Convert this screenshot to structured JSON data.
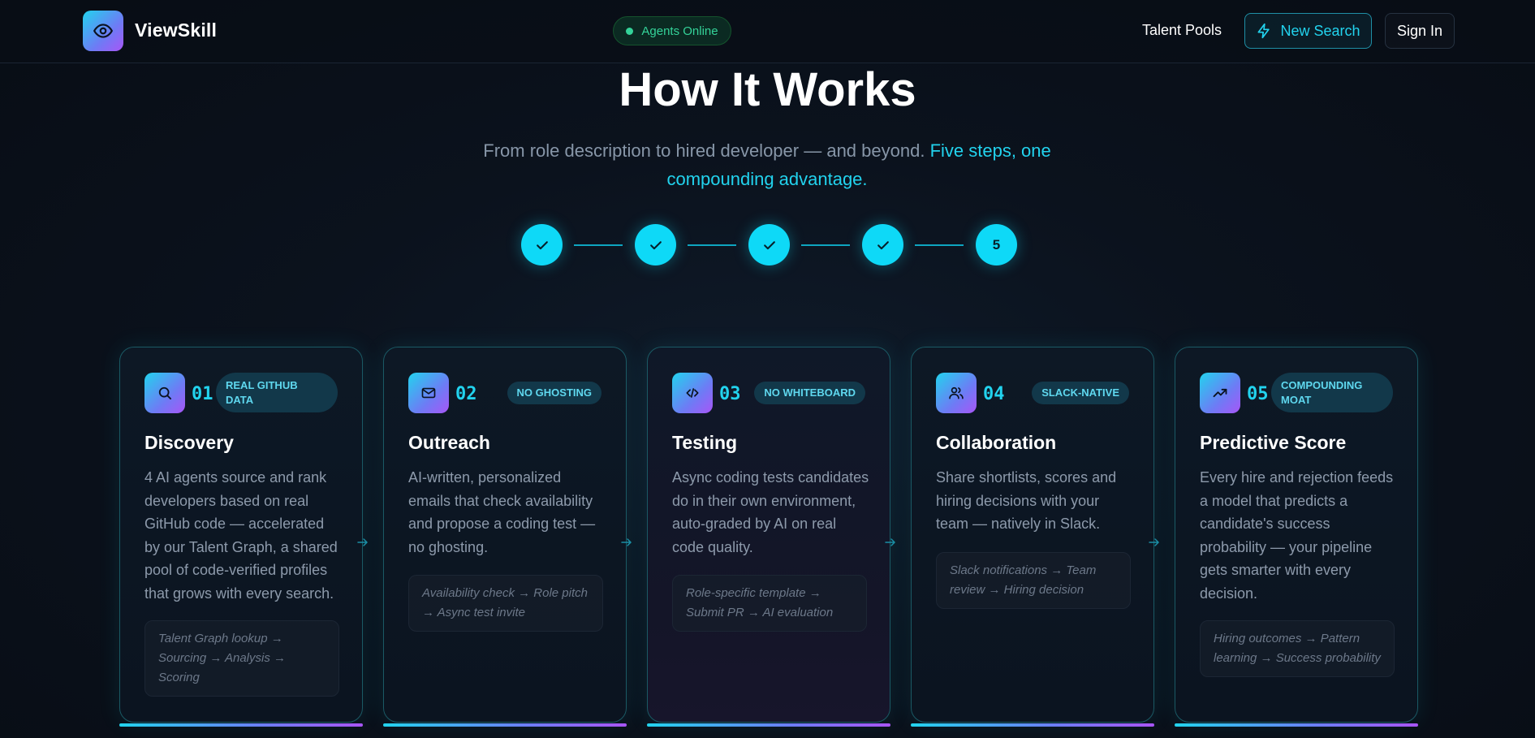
{
  "header": {
    "brand": "ViewSkill",
    "status": "Agents Online",
    "nav_talent_pools": "Talent Pools",
    "new_search": "New Search",
    "sign_in": "Sign In"
  },
  "hero": {
    "title": "How It Works",
    "subtitle_plain": "From role description to hired developer — and beyond. ",
    "subtitle_highlight": "Five steps, one compounding advantage."
  },
  "stepper": {
    "completed_steps": 4,
    "current_step_label": "5"
  },
  "cards": [
    {
      "number": "01",
      "badge": "REAL GITHUB DATA",
      "icon": "search-icon",
      "title": "Discovery",
      "description": "4 AI agents source and rank developers based on real GitHub code — accelerated by our Talent Graph, a shared pool of code-verified profiles that grows with every search.",
      "flow": "Talent Graph lookup → Sourcing → Analysis → Scoring"
    },
    {
      "number": "02",
      "badge": "NO GHOSTING",
      "icon": "mail-icon",
      "title": "Outreach",
      "description": "AI-written, personalized emails that check availability and propose a coding test — no ghosting.",
      "flow": "Availability check → Role pitch → Async test invite"
    },
    {
      "number": "03",
      "badge": "NO WHITEBOARD",
      "icon": "code-icon",
      "title": "Testing",
      "description": "Async coding tests candidates do in their own environment, auto-graded by AI on real code quality.",
      "flow": "Role-specific template → Submit PR → AI evaluation"
    },
    {
      "number": "04",
      "badge": "SLACK-NATIVE",
      "icon": "users-icon",
      "title": "Collaboration",
      "description": "Share shortlists, scores and hiring decisions with your team — natively in Slack.",
      "flow": "Slack notifications → Team review → Hiring decision"
    },
    {
      "number": "05",
      "badge": "COMPOUNDING MOAT",
      "icon": "trending-up-icon",
      "title": "Predictive Score",
      "description": "Every hire and rejection feeds a model that predicts a candidate's success probability — your pipeline gets smarter with every decision.",
      "flow": "Hiring outcomes → Pattern learning → Success probability"
    }
  ],
  "colors": {
    "accent": "#22d3ee",
    "gradient_end": "#a855f7",
    "online": "#34d399",
    "background": "#0b121d"
  }
}
